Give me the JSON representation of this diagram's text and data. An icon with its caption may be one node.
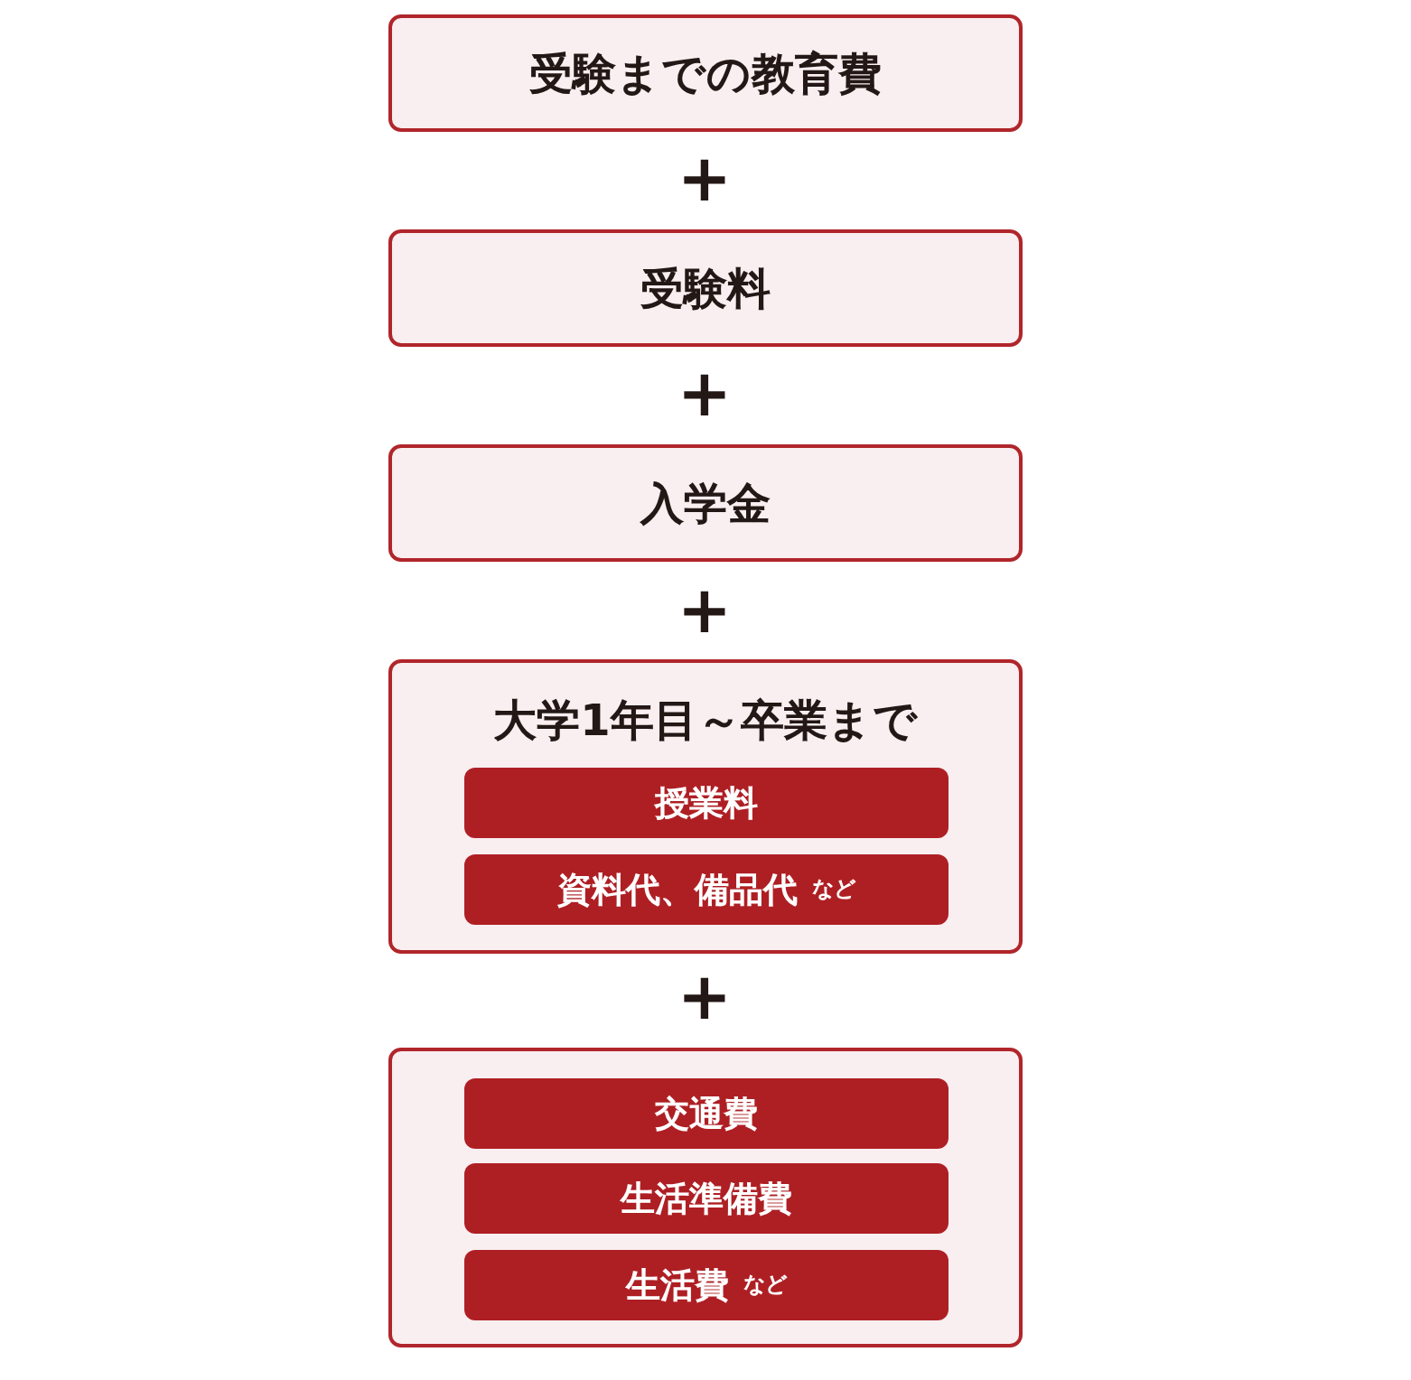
{
  "diagram": {
    "nodes": [
      {
        "text": [
          "受験までの教育費"
        ]
      },
      {
        "text": [
          "受験料"
        ]
      },
      {
        "text": [
          "入学金"
        ]
      },
      {
        "text": [
          "大学1年目～卒業まで"
        ]
      },
      {
        "text": [
          "授業料"
        ],
        "in": 3
      },
      {
        "text": [
          "資料代、備品代",
          "など"
        ],
        "in": 3
      },
      {
        "text": [],
        "shape": "box"
      },
      {
        "text": [
          "交通費"
        ],
        "in": 6
      },
      {
        "text": [
          "生活準備費"
        ],
        "in": 6
      },
      {
        "text": [
          "生活費",
          "など"
        ],
        "in": 6
      }
    ],
    "labels": [
      "+",
      "+",
      "+",
      "+"
    ]
  }
}
